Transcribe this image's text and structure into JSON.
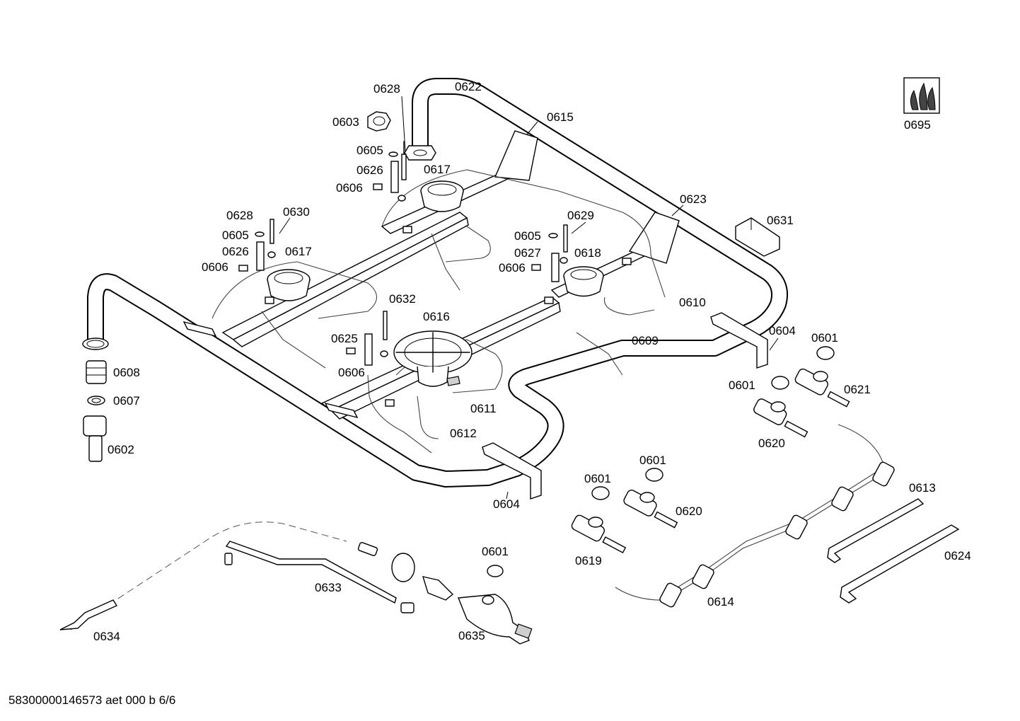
{
  "labels": {
    "p0622": "0622",
    "p0628a": "0628",
    "p0603": "0603",
    "p0605a": "0605",
    "p0626a": "0626",
    "p0606a": "0606",
    "p0617a": "0617",
    "p0615": "0615",
    "p0695": "0695",
    "p0623": "0623",
    "p0631": "0631",
    "p0628b": "0628",
    "p0630": "0630",
    "p0605b": "0605",
    "p0626b": "0626",
    "p0617b": "0617",
    "p0606b": "0606",
    "p0629": "0629",
    "p0605c": "0605",
    "p0627": "0627",
    "p0618": "0618",
    "p0606c": "0606",
    "p0610": "0610",
    "p0632": "0632",
    "p0616": "0616",
    "p0625": "0625",
    "p0606d": "0606",
    "p0609": "0609",
    "p0604a": "0604",
    "p0601a": "0601",
    "p0601b": "0601",
    "p0621": "0621",
    "p0620a": "0620",
    "p0608": "0608",
    "p0607": "0607",
    "p0602": "0602",
    "p0611": "0611",
    "p0612": "0612",
    "p0604b": "0604",
    "p0601c": "0601",
    "p0601d": "0601",
    "p0620b": "0620",
    "p0619": "0619",
    "p0613": "0613",
    "p0624": "0624",
    "p0614": "0614",
    "p0601e": "0601",
    "p0633": "0633",
    "p0634": "0634",
    "p0635": "0635"
  },
  "footer": "58300000146573 aet 000 b 6/6",
  "icons": {
    "gas_symbol": "gas-flame-icon"
  }
}
